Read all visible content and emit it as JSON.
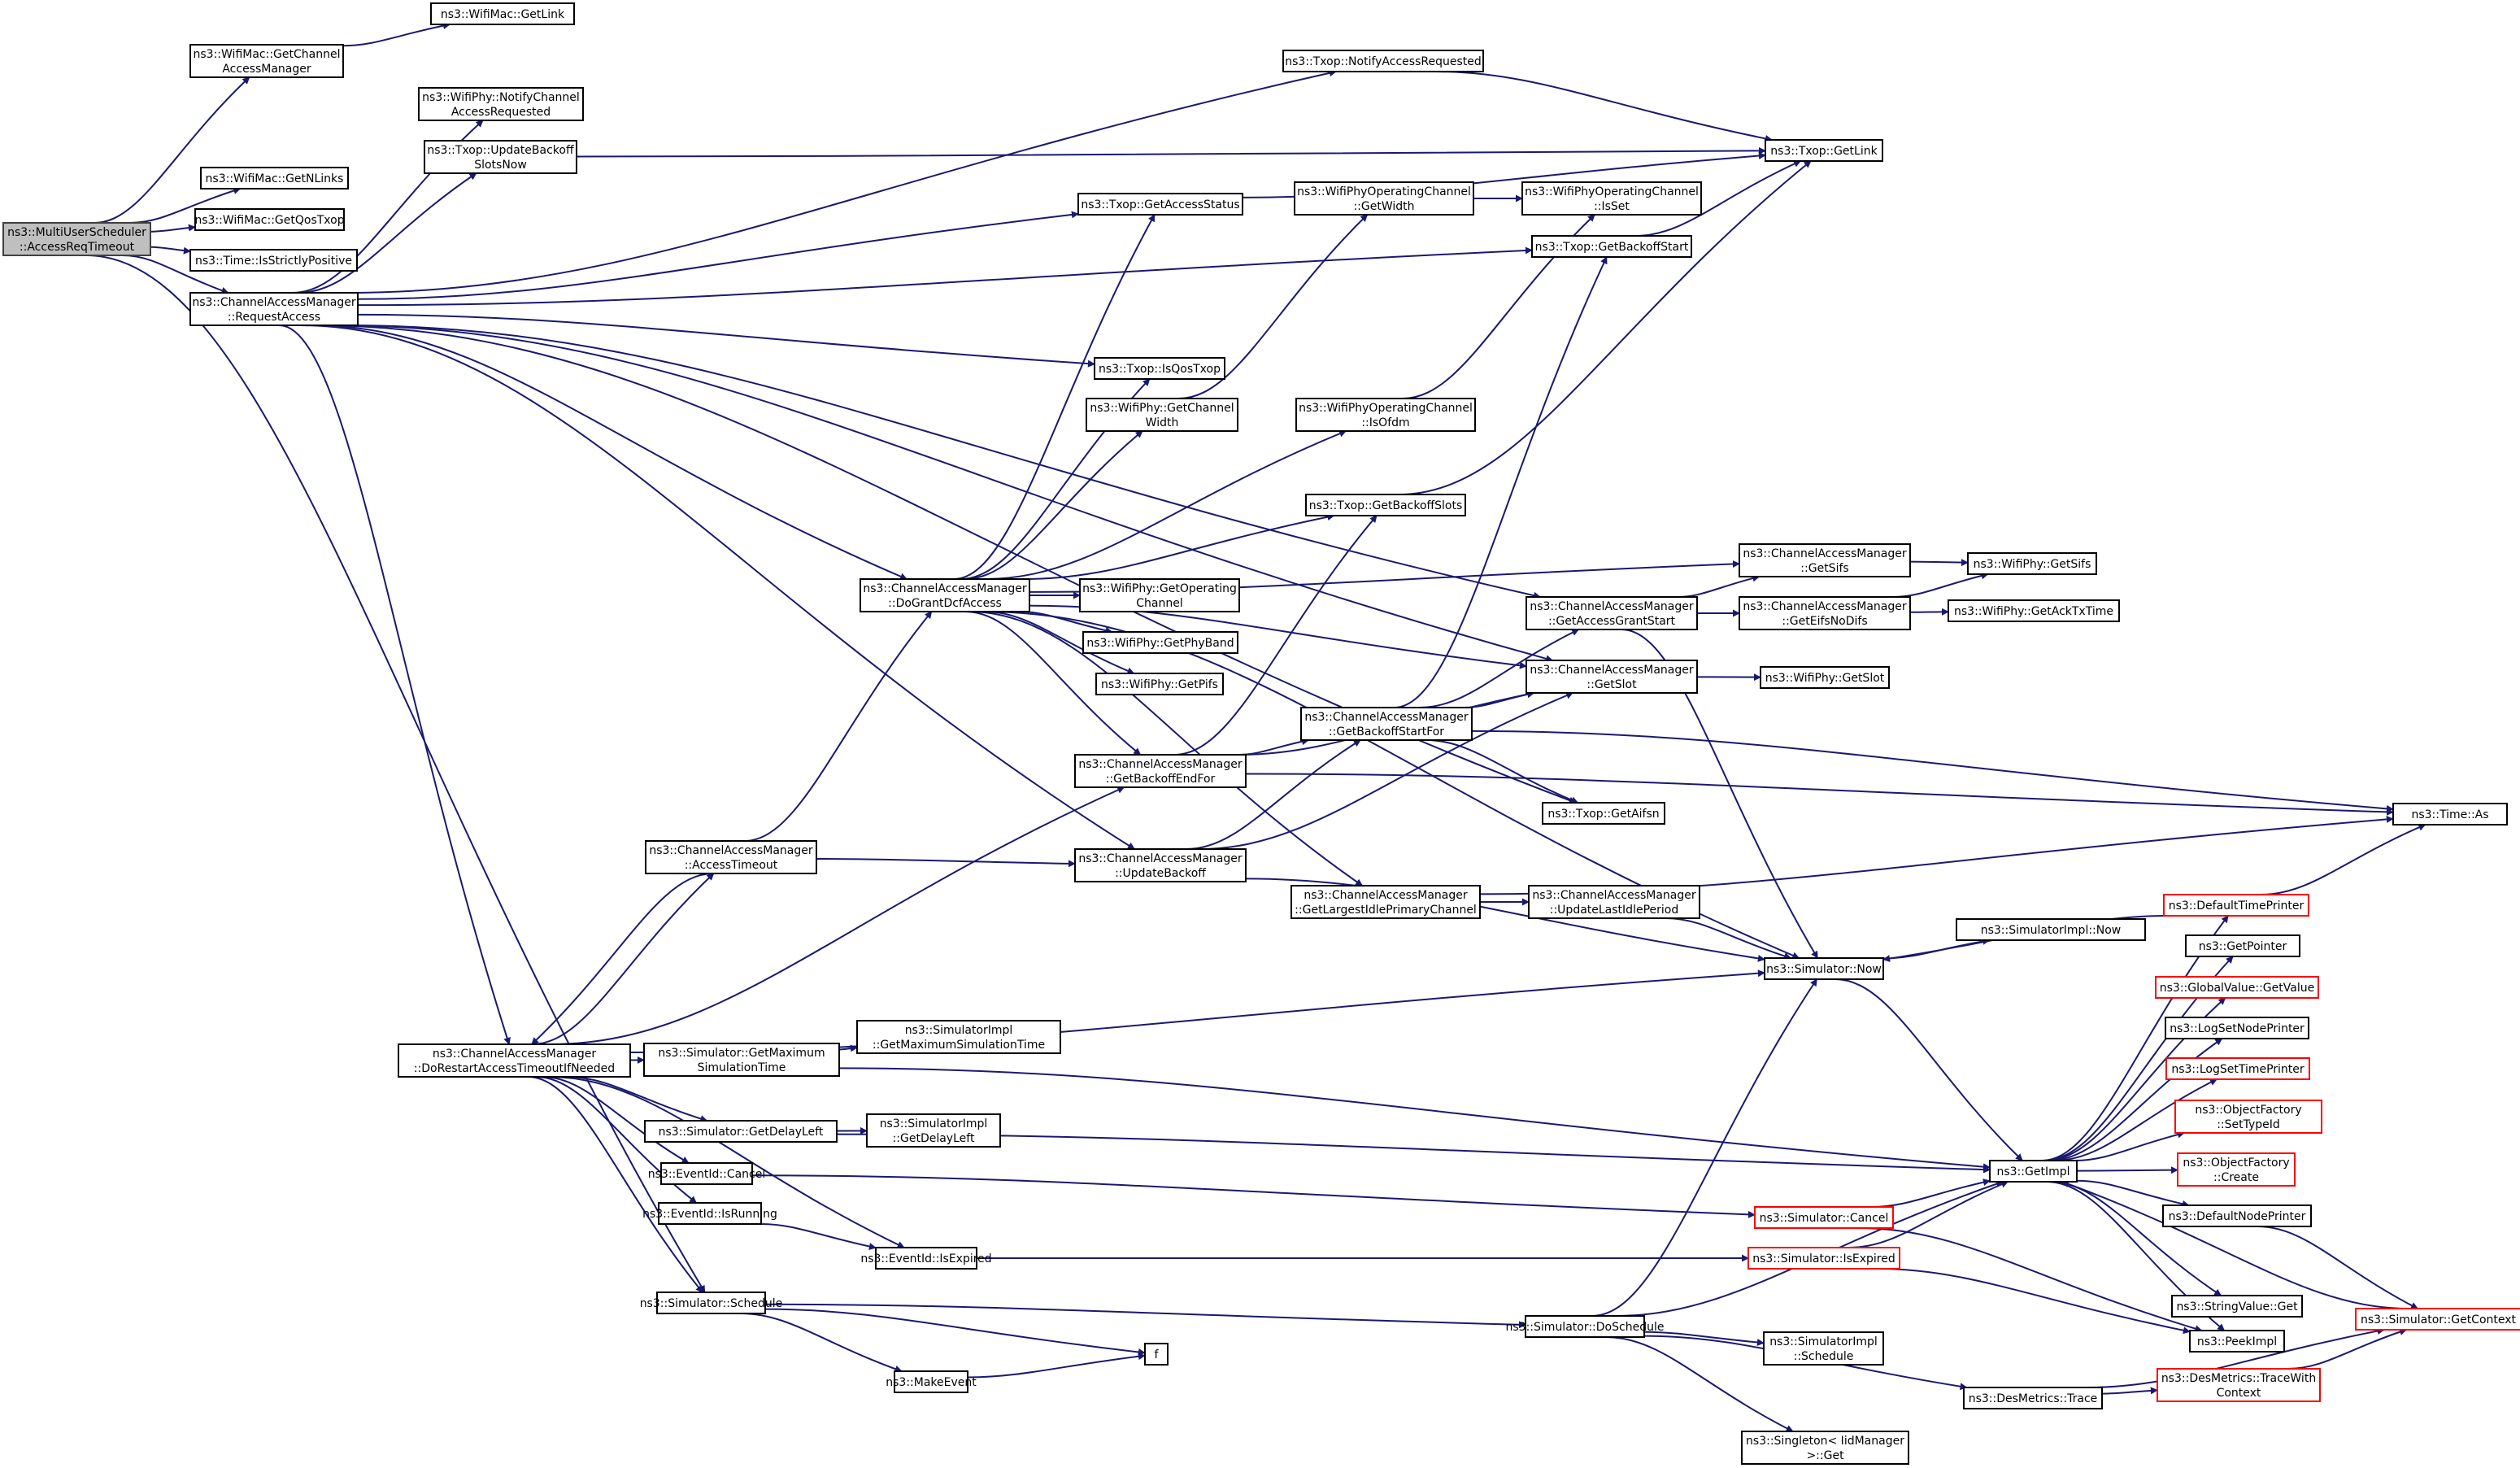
{
  "title": "ns3::MultiUserScheduler::AccessReqTimeout call graph",
  "colors": {
    "edge": "#191970",
    "root_fill": "#bfbfbf",
    "truncated_border": "#ff0000",
    "node_border": "#000000"
  },
  "nodes": {
    "root": {
      "lines": [
        "ns3::MultiUserScheduler",
        "::AccessReqTimeout"
      ],
      "kind": "root"
    },
    "macGetCAM": {
      "lines": [
        "ns3::WifiMac::GetChannel",
        "AccessManager"
      ]
    },
    "macGetLink": {
      "lines": [
        "ns3::WifiMac::GetLink"
      ]
    },
    "macGetNLinks": {
      "lines": [
        "ns3::WifiMac::GetNLinks"
      ]
    },
    "macGetQosTxop": {
      "lines": [
        "ns3::WifiMac::GetQosTxop"
      ]
    },
    "timeIsStrictlyPositive": {
      "lines": [
        "ns3::Time::IsStrictlyPositive"
      ]
    },
    "camRequestAccess": {
      "lines": [
        "ns3::ChannelAccessManager",
        "::RequestAccess"
      ]
    },
    "phyNotifyCAR": {
      "lines": [
        "ns3::WifiPhy::NotifyChannel",
        "AccessRequested"
      ]
    },
    "txopUpdateBackoffSlotsNow": {
      "lines": [
        "ns3::Txop::UpdateBackoff",
        "SlotsNow"
      ]
    },
    "txopNotifyAccessRequested": {
      "lines": [
        "ns3::Txop::NotifyAccessRequested"
      ]
    },
    "txopGetLink": {
      "lines": [
        "ns3::Txop::GetLink"
      ]
    },
    "txopGetAccessStatus": {
      "lines": [
        "ns3::Txop::GetAccessStatus"
      ]
    },
    "wpocGetWidth": {
      "lines": [
        "ns3::WifiPhyOperatingChannel",
        "::GetWidth"
      ]
    },
    "wpocIsSet": {
      "lines": [
        "ns3::WifiPhyOperatingChannel",
        "::IsSet"
      ]
    },
    "txopGetBackoffStart": {
      "lines": [
        "ns3::Txop::GetBackoffStart"
      ]
    },
    "txopIsQosTxop": {
      "lines": [
        "ns3::Txop::IsQosTxop"
      ]
    },
    "phyGetChannelWidth": {
      "lines": [
        "ns3::WifiPhy::GetChannel",
        "Width"
      ]
    },
    "wpocIsOfdm": {
      "lines": [
        "ns3::WifiPhyOperatingChannel",
        "::IsOfdm"
      ]
    },
    "txopGetBackoffSlots": {
      "lines": [
        "ns3::Txop::GetBackoffSlots"
      ]
    },
    "camDoGrantDcfAccess": {
      "lines": [
        "ns3::ChannelAccessManager",
        "::DoGrantDcfAccess"
      ]
    },
    "phyGetOperatingChannel": {
      "lines": [
        "ns3::WifiPhy::GetOperating",
        "Channel"
      ]
    },
    "phyGetPhyBand": {
      "lines": [
        "ns3::WifiPhy::GetPhyBand"
      ]
    },
    "phyGetPifs": {
      "lines": [
        "ns3::WifiPhy::GetPifs"
      ]
    },
    "camGetSifs": {
      "lines": [
        "ns3::ChannelAccessManager",
        "::GetSifs"
      ]
    },
    "phyGetSifs": {
      "lines": [
        "ns3::WifiPhy::GetSifs"
      ]
    },
    "camGetAccessGrantStart": {
      "lines": [
        "ns3::ChannelAccessManager",
        "::GetAccessGrantStart"
      ]
    },
    "camGetEifsNoDifs": {
      "lines": [
        "ns3::ChannelAccessManager",
        "::GetEifsNoDifs"
      ]
    },
    "phyGetAckTxTime": {
      "lines": [
        "ns3::WifiPhy::GetAckTxTime"
      ]
    },
    "camGetSlot": {
      "lines": [
        "ns3::ChannelAccessManager",
        "::GetSlot"
      ]
    },
    "phyGetSlot": {
      "lines": [
        "ns3::WifiPhy::GetSlot"
      ]
    },
    "camGetBackoffStartFor": {
      "lines": [
        "ns3::ChannelAccessManager",
        "::GetBackoffStartFor"
      ]
    },
    "camGetBackoffEndFor": {
      "lines": [
        "ns3::ChannelAccessManager",
        "::GetBackoffEndFor"
      ]
    },
    "timeAs": {
      "lines": [
        "ns3::Time::As"
      ]
    },
    "txopGetAifsn": {
      "lines": [
        "ns3::Txop::GetAifsn"
      ]
    },
    "camAccessTimeout": {
      "lines": [
        "ns3::ChannelAccessManager",
        "::AccessTimeout"
      ]
    },
    "camUpdateBackoff": {
      "lines": [
        "ns3::ChannelAccessManager",
        "::UpdateBackoff"
      ]
    },
    "camGetLargestIdle": {
      "lines": [
        "ns3::ChannelAccessManager",
        "::GetLargestIdlePrimaryChannel"
      ]
    },
    "camUpdateLastIdle": {
      "lines": [
        "ns3::ChannelAccessManager",
        "::UpdateLastIdlePeriod"
      ]
    },
    "defaultTimePrinter": {
      "lines": [
        "ns3::DefaultTimePrinter"
      ],
      "kind": "truncated"
    },
    "simImplNow": {
      "lines": [
        "ns3::SimulatorImpl::Now"
      ]
    },
    "simNow": {
      "lines": [
        "ns3::Simulator::Now"
      ]
    },
    "getPointer": {
      "lines": [
        "ns3::GetPointer"
      ]
    },
    "globalValueGetValue": {
      "lines": [
        "ns3::GlobalValue::GetValue"
      ],
      "kind": "truncated"
    },
    "camDoRestart": {
      "lines": [
        "ns3::ChannelAccessManager",
        "::DoRestartAccessTimeoutIfNeeded"
      ]
    },
    "simGetMaxSimTime": {
      "lines": [
        "ns3::Simulator::GetMaximum",
        "SimulationTime"
      ]
    },
    "simImplGetMaxSimTime": {
      "lines": [
        "ns3::SimulatorImpl",
        "::GetMaximumSimulationTime"
      ]
    },
    "logSetNodePrinter": {
      "lines": [
        "ns3::LogSetNodePrinter"
      ]
    },
    "logSetTimePrinter": {
      "lines": [
        "ns3::LogSetTimePrinter"
      ],
      "kind": "truncated"
    },
    "objFactorySetTypeId": {
      "lines": [
        "ns3::ObjectFactory",
        "::SetTypeId"
      ],
      "kind": "truncated"
    },
    "simGetDelayLeft": {
      "lines": [
        "ns3::Simulator::GetDelayLeft"
      ]
    },
    "simImplGetDelayLeft": {
      "lines": [
        "ns3::SimulatorImpl",
        "::GetDelayLeft"
      ]
    },
    "objFactoryCreate": {
      "lines": [
        "ns3::ObjectFactory",
        "::Create"
      ],
      "kind": "truncated"
    },
    "eventIdCancel": {
      "lines": [
        "ns3::EventId::Cancel"
      ]
    },
    "getImpl": {
      "lines": [
        "ns3::GetImpl"
      ]
    },
    "simCancel": {
      "lines": [
        "ns3::Simulator::Cancel"
      ],
      "kind": "truncated"
    },
    "defaultNodePrinter": {
      "lines": [
        "ns3::DefaultNodePrinter"
      ]
    },
    "eventIdIsRunning": {
      "lines": [
        "ns3::EventId::IsRunning"
      ]
    },
    "eventIdIsExpired": {
      "lines": [
        "ns3::EventId::IsExpired"
      ]
    },
    "simIsExpired": {
      "lines": [
        "ns3::Simulator::IsExpired"
      ],
      "kind": "truncated"
    },
    "simSchedule": {
      "lines": [
        "ns3::Simulator::Schedule"
      ]
    },
    "simDoSchedule": {
      "lines": [
        "ns3::Simulator::DoSchedule"
      ]
    },
    "stringValueGet": {
      "lines": [
        "ns3::StringValue::Get"
      ]
    },
    "peekImpl": {
      "lines": [
        "ns3::PeekImpl"
      ]
    },
    "simGetContext": {
      "lines": [
        "ns3::Simulator::GetContext"
      ],
      "kind": "truncated"
    },
    "simImplSchedule": {
      "lines": [
        "ns3::SimulatorImpl",
        "::Schedule"
      ]
    },
    "f": {
      "lines": [
        "f"
      ]
    },
    "makeEvent": {
      "lines": [
        "ns3::MakeEvent"
      ]
    },
    "desMetricsTrace": {
      "lines": [
        "ns3::DesMetrics::Trace"
      ]
    },
    "desMetricsTraceWithContext": {
      "lines": [
        "ns3::DesMetrics::TraceWith",
        "Context"
      ],
      "kind": "truncated"
    },
    "singletonGet": {
      "lines": [
        "ns3::Singleton< IidManager",
        ">::Get"
      ]
    }
  },
  "edges": [
    [
      "root",
      "macGetCAM"
    ],
    [
      "root",
      "macGetNLinks"
    ],
    [
      "root",
      "macGetQosTxop"
    ],
    [
      "root",
      "timeIsStrictlyPositive"
    ],
    [
      "root",
      "camRequestAccess"
    ],
    [
      "root",
      "simSchedule"
    ],
    [
      "macGetCAM",
      "macGetLink"
    ],
    [
      "camRequestAccess",
      "txopNotifyAccessRequested"
    ],
    [
      "camRequestAccess",
      "phyNotifyCAR"
    ],
    [
      "camRequestAccess",
      "txopUpdateBackoffSlotsNow"
    ],
    [
      "camRequestAccess",
      "txopGetAccessStatus"
    ],
    [
      "camRequestAccess",
      "txopGetBackoffStart"
    ],
    [
      "camRequestAccess",
      "camGetAccessGrantStart"
    ],
    [
      "camRequestAccess",
      "txopIsQosTxop"
    ],
    [
      "camRequestAccess",
      "camGetSlot"
    ],
    [
      "camRequestAccess",
      "camDoGrantDcfAccess"
    ],
    [
      "camRequestAccess",
      "camUpdateBackoff"
    ],
    [
      "camRequestAccess",
      "txopGetAifsn"
    ],
    [
      "camRequestAccess",
      "camDoRestart"
    ],
    [
      "txopNotifyAccessRequested",
      "txopGetLink"
    ],
    [
      "txopUpdateBackoffSlotsNow",
      "txopGetLink"
    ],
    [
      "txopGetAccessStatus",
      "txopGetLink"
    ],
    [
      "txopGetBackoffStart",
      "txopGetLink"
    ],
    [
      "txopGetBackoffSlots",
      "txopGetLink"
    ],
    [
      "wpocGetWidth",
      "wpocIsSet"
    ],
    [
      "phyGetChannelWidth",
      "wpocGetWidth"
    ],
    [
      "wpocIsOfdm",
      "wpocIsSet"
    ],
    [
      "camDoGrantDcfAccess",
      "txopGetAccessStatus"
    ],
    [
      "camDoGrantDcfAccess",
      "txopIsQosTxop"
    ],
    [
      "camDoGrantDcfAccess",
      "phyGetChannelWidth"
    ],
    [
      "camDoGrantDcfAccess",
      "wpocIsOfdm"
    ],
    [
      "camDoGrantDcfAccess",
      "txopGetBackoffSlots"
    ],
    [
      "camDoGrantDcfAccess",
      "camGetSifs"
    ],
    [
      "camDoGrantDcfAccess",
      "phyGetOperatingChannel"
    ],
    [
      "camDoGrantDcfAccess",
      "phyGetPhyBand"
    ],
    [
      "camDoGrantDcfAccess",
      "phyGetPifs"
    ],
    [
      "camDoGrantDcfAccess",
      "camGetSlot"
    ],
    [
      "camDoGrantDcfAccess",
      "camGetBackoffEndFor"
    ],
    [
      "camDoGrantDcfAccess",
      "camGetLargestIdle"
    ],
    [
      "camDoGrantDcfAccess",
      "simNow"
    ],
    [
      "camGetSifs",
      "phyGetSifs"
    ],
    [
      "camGetEifsNoDifs",
      "phyGetSifs"
    ],
    [
      "camGetEifsNoDifs",
      "phyGetAckTxTime"
    ],
    [
      "camGetAccessGrantStart",
      "camGetSifs"
    ],
    [
      "camGetAccessGrantStart",
      "camGetEifsNoDifs"
    ],
    [
      "camGetAccessGrantStart",
      "simNow"
    ],
    [
      "camGetSlot",
      "phyGetSlot"
    ],
    [
      "camGetBackoffStartFor",
      "txopGetBackoffStart"
    ],
    [
      "camGetBackoffStartFor",
      "camGetAccessGrantStart"
    ],
    [
      "camGetBackoffStartFor",
      "camGetSlot"
    ],
    [
      "camGetBackoffStartFor",
      "txopGetAifsn"
    ],
    [
      "camGetBackoffStartFor",
      "timeAs"
    ],
    [
      "camGetBackoffEndFor",
      "txopGetBackoffSlots"
    ],
    [
      "camGetBackoffEndFor",
      "camGetBackoffStartFor"
    ],
    [
      "camGetBackoffEndFor",
      "camGetSlot"
    ],
    [
      "camGetBackoffEndFor",
      "timeAs"
    ],
    [
      "camAccessTimeout",
      "camDoGrantDcfAccess"
    ],
    [
      "camAccessTimeout",
      "camUpdateBackoff"
    ],
    [
      "camAccessTimeout",
      "camDoRestart"
    ],
    [
      "camUpdateBackoff",
      "camGetBackoffStartFor"
    ],
    [
      "camUpdateBackoff",
      "camGetSlot"
    ],
    [
      "camUpdateBackoff",
      "simNow"
    ],
    [
      "camGetLargestIdle",
      "camUpdateLastIdle"
    ],
    [
      "camGetLargestIdle",
      "timeAs"
    ],
    [
      "camUpdateLastIdle",
      "simNow"
    ],
    [
      "camDoRestart",
      "camAccessTimeout"
    ],
    [
      "camDoRestart",
      "camGetBackoffEndFor"
    ],
    [
      "camDoRestart",
      "simNow"
    ],
    [
      "camDoRestart",
      "simGetMaxSimTime"
    ],
    [
      "camDoRestart",
      "simGetDelayLeft"
    ],
    [
      "camDoRestart",
      "eventIdCancel"
    ],
    [
      "camDoRestart",
      "eventIdIsRunning"
    ],
    [
      "camDoRestart",
      "eventIdIsExpired"
    ],
    [
      "camDoRestart",
      "simSchedule"
    ],
    [
      "simGetMaxSimTime",
      "simImplGetMaxSimTime"
    ],
    [
      "simGetMaxSimTime",
      "getImpl"
    ],
    [
      "simGetDelayLeft",
      "simImplGetDelayLeft"
    ],
    [
      "simGetDelayLeft",
      "getImpl"
    ],
    [
      "eventIdCancel",
      "simCancel"
    ],
    [
      "eventIdIsRunning",
      "eventIdIsExpired"
    ],
    [
      "eventIdIsExpired",
      "simIsExpired"
    ],
    [
      "simNow",
      "simImplNow"
    ],
    [
      "simNow",
      "getImpl"
    ],
    [
      "defaultTimePrinter",
      "simNow"
    ],
    [
      "defaultTimePrinter",
      "timeAs"
    ],
    [
      "getImpl",
      "defaultTimePrinter"
    ],
    [
      "getImpl",
      "getPointer"
    ],
    [
      "getImpl",
      "globalValueGetValue"
    ],
    [
      "getImpl",
      "logSetNodePrinter"
    ],
    [
      "getImpl",
      "logSetTimePrinter"
    ],
    [
      "getImpl",
      "objFactorySetTypeId"
    ],
    [
      "getImpl",
      "objFactoryCreate"
    ],
    [
      "getImpl",
      "defaultNodePrinter"
    ],
    [
      "getImpl",
      "stringValueGet"
    ],
    [
      "getImpl",
      "peekImpl"
    ],
    [
      "simCancel",
      "getImpl"
    ],
    [
      "simCancel",
      "peekImpl"
    ],
    [
      "simIsExpired",
      "getImpl"
    ],
    [
      "simIsExpired",
      "peekImpl"
    ],
    [
      "simSchedule",
      "simDoSchedule"
    ],
    [
      "simSchedule",
      "makeEvent"
    ],
    [
      "simSchedule",
      "f"
    ],
    [
      "makeEvent",
      "f"
    ],
    [
      "simDoSchedule",
      "simNow"
    ],
    [
      "simDoSchedule",
      "getImpl"
    ],
    [
      "simDoSchedule",
      "simImplSchedule"
    ],
    [
      "simDoSchedule",
      "desMetricsTrace"
    ],
    [
      "simDoSchedule",
      "singletonGet"
    ],
    [
      "desMetricsTrace",
      "desMetricsTraceWithContext"
    ],
    [
      "desMetricsTrace",
      "simGetContext"
    ],
    [
      "desMetricsTraceWithContext",
      "simGetContext"
    ],
    [
      "defaultNodePrinter",
      "simGetContext"
    ],
    [
      "simGetContext",
      "getImpl"
    ]
  ]
}
